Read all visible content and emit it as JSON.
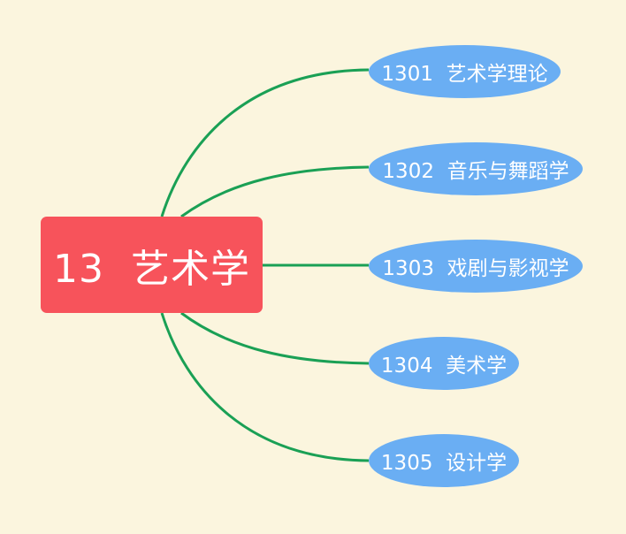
{
  "colors": {
    "background": "#FBF5DE",
    "root_fill": "#F7535B",
    "child_fill": "#6AAEF3",
    "link_stroke": "#1AA055",
    "text": "#FFFFFF"
  },
  "root": {
    "label": "13  艺术学"
  },
  "children": [
    {
      "label": "1301  艺术学理论"
    },
    {
      "label": "1302  音乐与舞蹈学"
    },
    {
      "label": "1303  戏剧与影视学"
    },
    {
      "label": "1304  美术学"
    },
    {
      "label": "1305  设计学"
    }
  ]
}
